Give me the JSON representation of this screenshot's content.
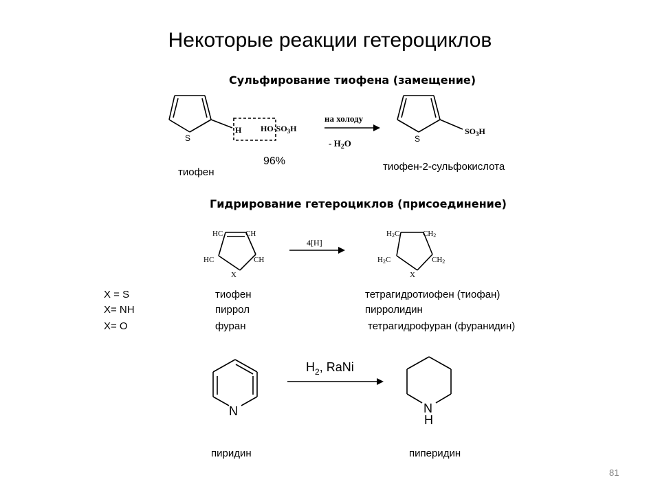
{
  "title": "Некоторые реакции гетероциклов",
  "sulfonation": {
    "heading": "Сульфирование тиофена (замещение)",
    "reactant_S": "S",
    "reactant_H": "H",
    "reagent": "HO-SO",
    "reagent_sub": "3",
    "reagent_tail": "H",
    "condition_top": "на холоду",
    "condition_bottom": "- H",
    "condition_bottom_sub": "2",
    "condition_bottom_tail": "O",
    "yield": "96%",
    "reactant_name": "тиофен",
    "product_S": "S",
    "product_group": "SO",
    "product_group_sub": "3",
    "product_group_tail": "H",
    "product_name": "тиофен-2-сульфокислота"
  },
  "hydrogenation": {
    "heading": "Гидрирование гетероциклов (присоединение)",
    "reagent": "4[H]",
    "reactant_atoms": {
      "c1": "HC",
      "c2": "CH",
      "c3": "HC",
      "c4": "CH",
      "x": "X"
    },
    "product_atoms": {
      "c1": "H",
      "c1_sub": "2",
      "c1_tail": "C",
      "c2": "CH",
      "c2_sub": "2",
      "c3": "H",
      "c3_sub": "2",
      "c3_tail": "C",
      "c4": "CH",
      "c4_sub": "2",
      "x": "X"
    },
    "rows": [
      {
        "x": "X = S",
        "reactant": "тиофен",
        "product": "тетрагидротиофен (тиофан)"
      },
      {
        "x": "X= NH",
        "reactant": "пиррол",
        "product": "пирролидин"
      },
      {
        "x": "X= O",
        "reactant": "фуран",
        "product": "тетрагидрофуран (фуранидин)"
      }
    ]
  },
  "pyridine": {
    "reagent": "H",
    "reagent_sub": "2",
    "reagent_tail": ", RaNi",
    "reactant_N": "N",
    "product_N": "N",
    "product_H": "H",
    "reactant_name": "пиридин",
    "product_name": "пиперидин"
  },
  "page_number": "81"
}
